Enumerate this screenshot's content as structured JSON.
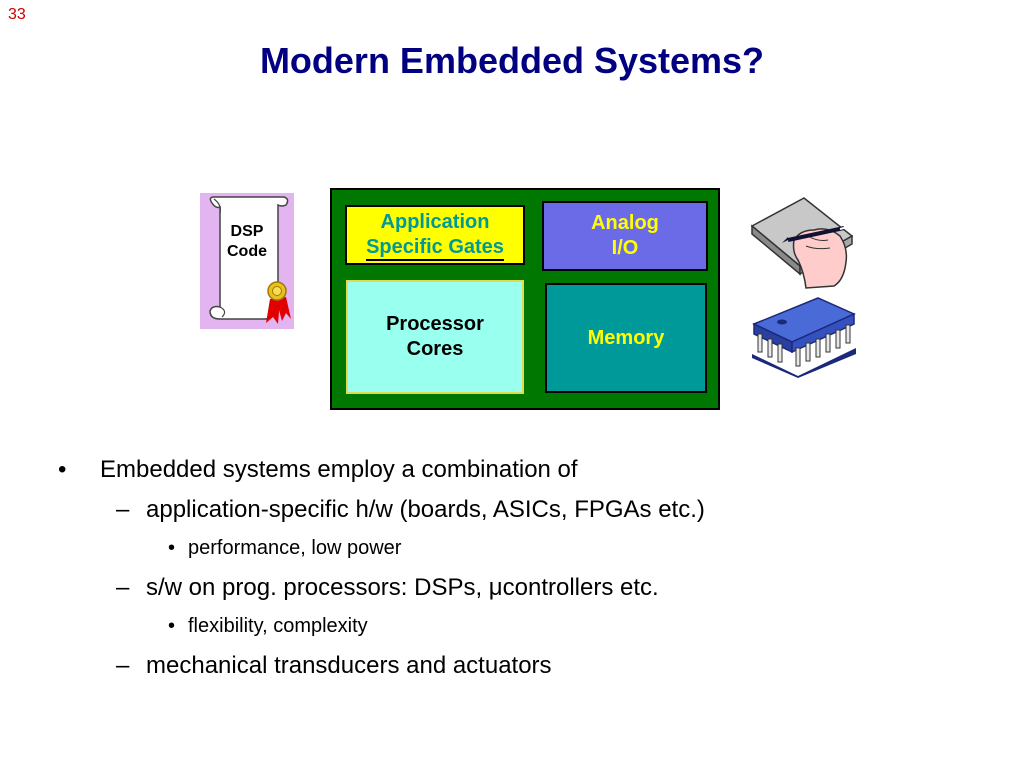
{
  "slide": {
    "number": "33",
    "title": "Modern Embedded Systems?"
  },
  "diagram": {
    "scroll": {
      "line1": "DSP",
      "line2": "Code"
    },
    "blocks": {
      "asic": {
        "line1": "Application",
        "line2": "Specific Gates"
      },
      "analog": {
        "line1": "Analog",
        "line2": "I/O"
      },
      "processor": {
        "line1": "Processor",
        "line2": "Cores"
      },
      "memory": {
        "line1": "Memory"
      }
    },
    "icons": [
      "scroll-certificate-icon",
      "hand-writing-pen-icon",
      "integrated-circuit-chip-icon"
    ],
    "colors": {
      "chip": "#007700",
      "asic": "#ffff00",
      "analog": "#6b6be8",
      "processor": "#99ffee",
      "memory": "#009999",
      "title": "#000080",
      "slide_number": "#cc0000"
    }
  },
  "bullets": {
    "b1": {
      "mark": "•",
      "text": "Embedded systems employ a combination of"
    },
    "b1a": {
      "mark": "–",
      "text": "application-specific h/w (boards, ASICs, FPGAs etc.)"
    },
    "b1a_i": {
      "mark": "•",
      "text": "performance, low power"
    },
    "b1b": {
      "mark": "–",
      "text": "s/w on prog. processors: DSPs, μcontrollers etc."
    },
    "b1b_i": {
      "mark": "•",
      "text": "flexibility, complexity"
    },
    "b1c": {
      "mark": "–",
      "text": "mechanical transducers and actuators"
    }
  }
}
